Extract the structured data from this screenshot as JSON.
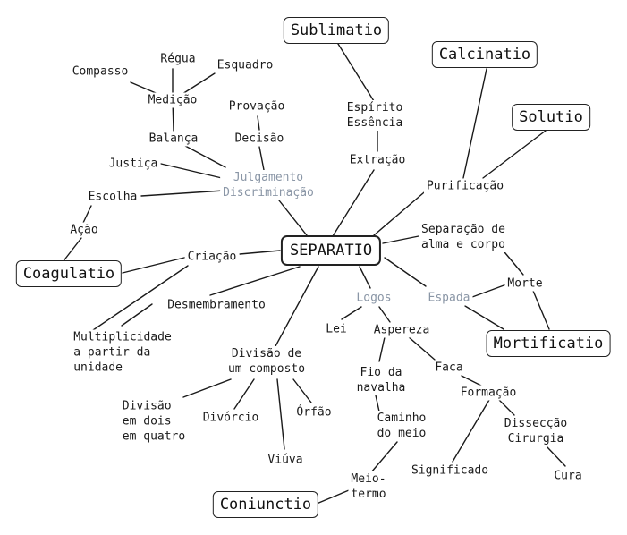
{
  "center": "SEPARATIO",
  "operations": {
    "sublimatio": "Sublimatio",
    "calcinatio": "Calcinatio",
    "solutio": "Solutio",
    "coagulatio": "Coagulatio",
    "mortificatio": "Mortificatio",
    "coniunctio": "Coniunctio"
  },
  "labels": {
    "regua": "Régua",
    "compasso": "Compasso",
    "esquadro": "Esquadro",
    "medicao": "Medição",
    "provacao": "Provação",
    "decisao": "Decisão",
    "balanca": "Balança",
    "justica": "Justiça",
    "julgamento": "Julgamento\nDiscriminação",
    "escolha": "Escolha",
    "acao": "Ação",
    "espirito": "Espírito\nEssência",
    "extracao": "Extração",
    "purificacao": "Purificação",
    "separacao_alma": "Separação de\nalma e corpo",
    "morte": "Morte",
    "espada": "Espada",
    "logos": "Logos",
    "criacao": "Criação",
    "desmembramento": "Desmembramento",
    "multiplicidade": "Multiplicidade\na partir da\nunidade",
    "lei": "Lei",
    "aspereza": "Aspereza",
    "divisao_composto": "Divisão de\num composto",
    "fio_navalha": "Fio da\nnavalha",
    "faca": "Faca",
    "formacao": "Formação",
    "divisao_dois": "Divisão\nem dois\nem quatro",
    "divorcio": "Divórcio",
    "orfao": "Órfão",
    "caminho_meio": "Caminho\ndo meio",
    "disseccao": "Dissecção\nCirurgia",
    "significado": "Significado",
    "viuva": "Viúva",
    "cura": "Cura",
    "meio_termo": "Meio-\ntermo"
  },
  "colors": {
    "line": "#1a1a1a",
    "text": "#1a1a1a",
    "muted_text": "#8a96a6",
    "box_border": "#222222",
    "background": "#ffffff"
  }
}
